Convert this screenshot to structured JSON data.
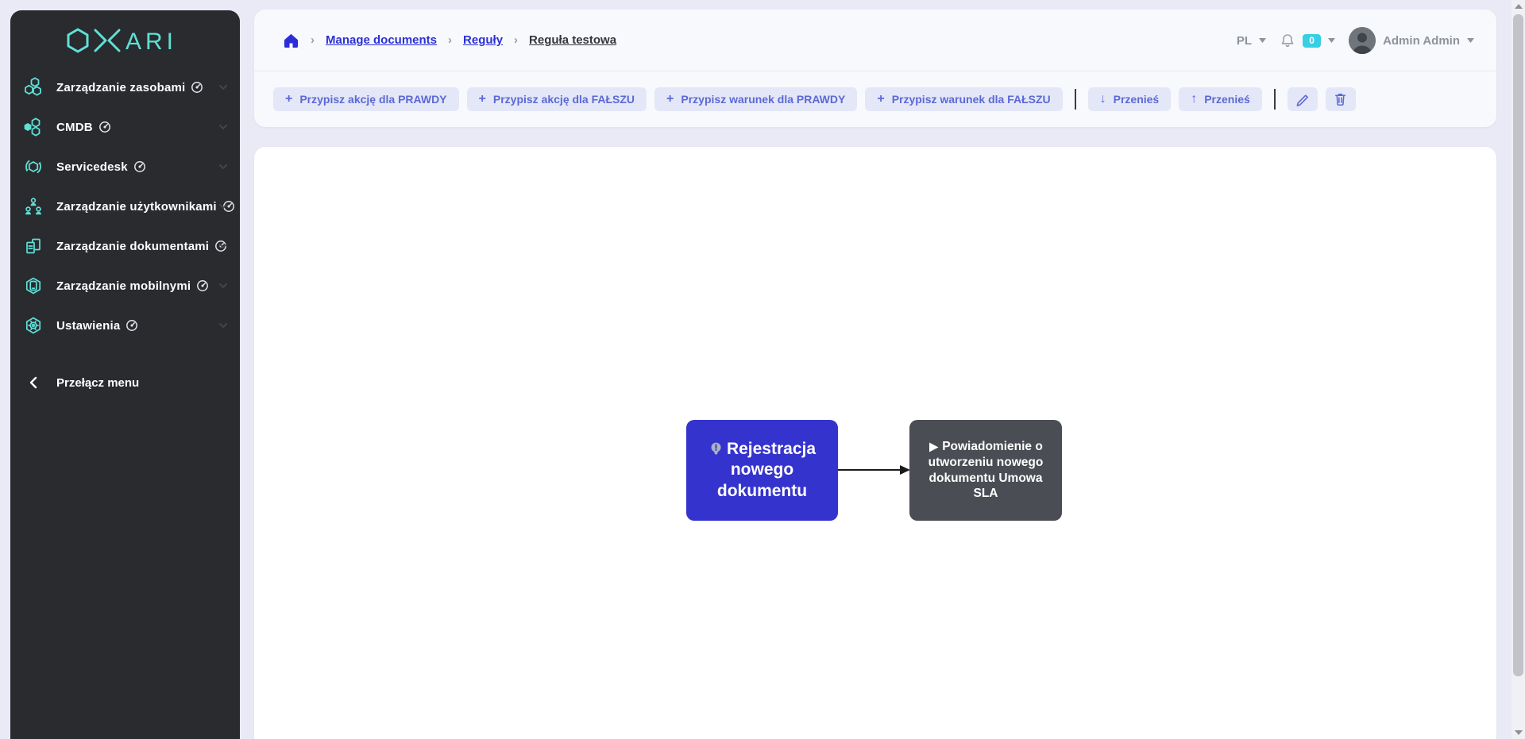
{
  "app": {
    "logo_text": "OXARI"
  },
  "sidebar": {
    "items": [
      {
        "label": "Zarządzanie zasobami",
        "icon": "assets-hexagons-icon",
        "badge_icon": "gauge-icon"
      },
      {
        "label": "CMDB",
        "icon": "cmdb-hexagons-icon",
        "badge_icon": "gauge-icon"
      },
      {
        "label": "Servicedesk",
        "icon": "servicedesk-icon",
        "badge_icon": "gauge-icon"
      },
      {
        "label": "Zarządzanie użytkownikami",
        "icon": "users-icon",
        "badge_icon": "gauge-icon"
      },
      {
        "label": "Zarządzanie dokumentami",
        "icon": "documents-icon",
        "badge_icon": "gauge-icon"
      },
      {
        "label": "Zarządzanie mobilnymi",
        "icon": "mobile-icon",
        "badge_icon": "gauge-icon"
      },
      {
        "label": "Ustawienia",
        "icon": "settings-icon",
        "badge_icon": "gauge-icon"
      }
    ],
    "toggle_label": "Przełącz menu",
    "toggle_icon": "chevron-left-icon"
  },
  "breadcrumb": {
    "home_icon": "home-icon",
    "links": [
      {
        "label": "Manage documents"
      },
      {
        "label": "Reguły"
      },
      {
        "label": "Reguła testowa"
      }
    ]
  },
  "userbar": {
    "language": "PL",
    "notification_icon": "bell-icon",
    "notification_count": "0",
    "user_name": "Admin Admin"
  },
  "toolbar": {
    "assign_buttons": [
      {
        "label": "Przypisz akcję dla PRAWDY",
        "icon": "plus-icon"
      },
      {
        "label": "Przypisz akcję dla FAŁSZU",
        "icon": "plus-icon"
      },
      {
        "label": "Przypisz warunek dla PRAWDY",
        "icon": "plus-icon"
      },
      {
        "label": "Przypisz warunek dla FAŁSZU",
        "icon": "plus-icon"
      }
    ],
    "move_down": {
      "label": "Przenieś",
      "icon": "arrow-down-icon",
      "glyph": "↓"
    },
    "move_up": {
      "label": "Przenieś",
      "icon": "arrow-up-icon",
      "glyph": "↑"
    },
    "edit_icon": "pencil-icon",
    "delete_icon": "trash-icon"
  },
  "canvas": {
    "nodes": [
      {
        "label": "Rejestracja nowego dokumentu",
        "type": "trigger",
        "icon": "bulb-icon",
        "color": "#3533cd"
      },
      {
        "label": "Powiadomienie o utworzeniu nowego dokumentu Umowa SLA",
        "type": "action",
        "icon": "play-icon",
        "color": "#4a4d53"
      }
    ],
    "edges": [
      {
        "from": 0,
        "to": 1
      }
    ]
  },
  "colors": {
    "accent_teal": "#5fe0d6",
    "sidebar_bg": "#292b2f",
    "page_bg": "#e9eaf5",
    "card_bg": "#f8f9fd",
    "button_bg": "#e4e7f7",
    "button_text": "#5c69d6",
    "link_blue": "#2b30d6",
    "badge_cyan": "#36cfe3",
    "node_trigger_blue": "#3533cd",
    "node_action_gray": "#4a4d53"
  }
}
